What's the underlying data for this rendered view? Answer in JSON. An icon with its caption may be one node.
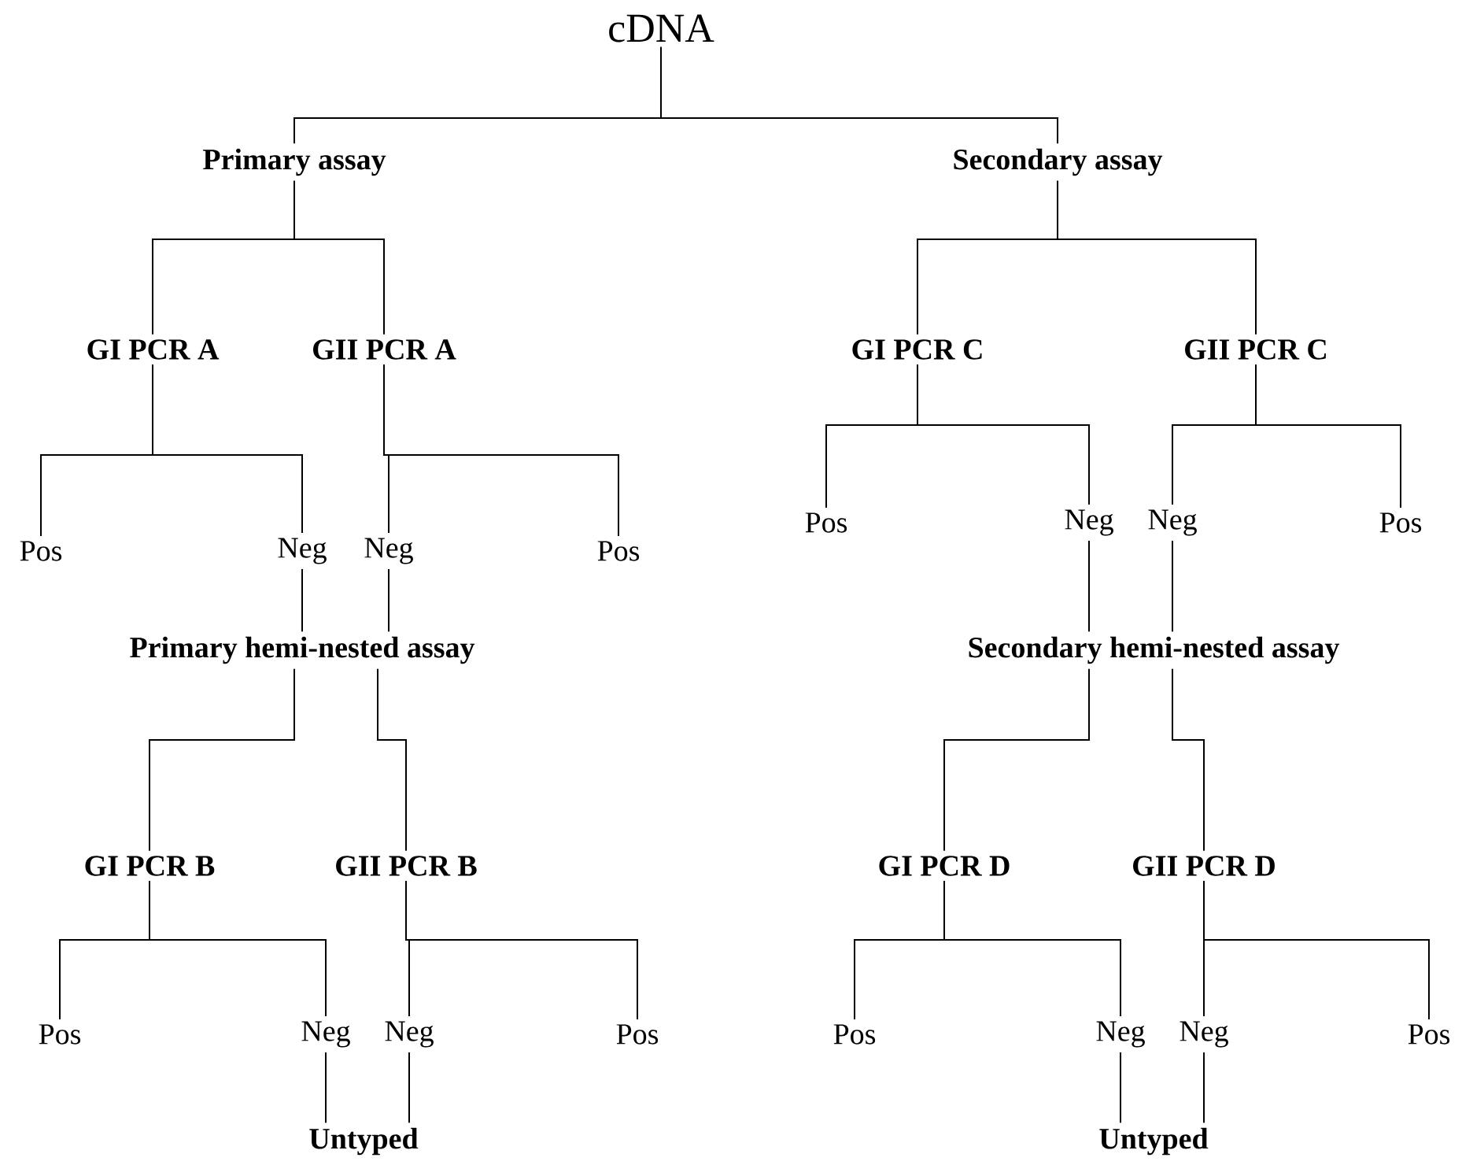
{
  "diagram": {
    "nodes": [
      {
        "text": [
          "cDNA"
        ]
      },
      {
        "text": [
          "Primary assay"
        ]
      },
      {
        "text": [
          "Secondary assay"
        ]
      },
      {
        "text": [
          "GI PCR A"
        ]
      },
      {
        "text": [
          "GII PCR A"
        ]
      },
      {
        "text": [
          "GI PCR C"
        ]
      },
      {
        "text": [
          "GII PCR C"
        ]
      },
      {
        "text": [
          "Pos"
        ]
      },
      {
        "text": [
          "Neg"
        ]
      },
      {
        "text": [
          "Neg"
        ]
      },
      {
        "text": [
          "Pos"
        ]
      },
      {
        "text": [
          "Pos"
        ]
      },
      {
        "text": [
          "Neg"
        ]
      },
      {
        "text": [
          "Neg"
        ]
      },
      {
        "text": [
          "Pos"
        ]
      },
      {
        "text": [
          "Primary hemi-nested assay"
        ]
      },
      {
        "text": [
          "Secondary hemi-nested assay"
        ]
      },
      {
        "text": [
          "GI PCR B"
        ]
      },
      {
        "text": [
          "GII PCR B"
        ]
      },
      {
        "text": [
          "GI PCR D"
        ]
      },
      {
        "text": [
          "GII PCR D"
        ]
      },
      {
        "text": [
          "Pos"
        ]
      },
      {
        "text": [
          "Neg"
        ]
      },
      {
        "text": [
          "Neg"
        ]
      },
      {
        "text": [
          "Pos"
        ]
      },
      {
        "text": [
          "Pos"
        ]
      },
      {
        "text": [
          "Neg"
        ]
      },
      {
        "text": [
          "Neg"
        ]
      },
      {
        "text": [
          "Pos"
        ]
      },
      {
        "text": [
          "Untyped"
        ]
      },
      {
        "text": [
          "Untyped"
        ]
      }
    ],
    "edges": [
      {
        "from": 0,
        "to": 1,
        "arrow": "none"
      },
      {
        "from": 0,
        "to": 2,
        "arrow": "none"
      },
      {
        "from": 1,
        "to": 3,
        "arrow": "none"
      },
      {
        "from": 1,
        "to": 4,
        "arrow": "none"
      },
      {
        "from": 2,
        "to": 5,
        "arrow": "none"
      },
      {
        "from": 2,
        "to": 6,
        "arrow": "none"
      },
      {
        "from": 3,
        "to": 7,
        "arrow": "none"
      },
      {
        "from": 3,
        "to": 8,
        "arrow": "none"
      },
      {
        "from": 4,
        "to": 9,
        "arrow": "none"
      },
      {
        "from": 4,
        "to": 10,
        "arrow": "none"
      },
      {
        "from": 5,
        "to": 11,
        "arrow": "none"
      },
      {
        "from": 5,
        "to": 12,
        "arrow": "none"
      },
      {
        "from": 6,
        "to": 13,
        "arrow": "none"
      },
      {
        "from": 6,
        "to": 14,
        "arrow": "none"
      },
      {
        "from": 8,
        "to": 15,
        "arrow": "none"
      },
      {
        "from": 9,
        "to": 15,
        "arrow": "none"
      },
      {
        "from": 12,
        "to": 16,
        "arrow": "none"
      },
      {
        "from": 13,
        "to": 16,
        "arrow": "none"
      },
      {
        "from": 15,
        "to": 17,
        "arrow": "none"
      },
      {
        "from": 15,
        "to": 18,
        "arrow": "none"
      },
      {
        "from": 16,
        "to": 19,
        "arrow": "none"
      },
      {
        "from": 16,
        "to": 20,
        "arrow": "none"
      },
      {
        "from": 17,
        "to": 21,
        "arrow": "none"
      },
      {
        "from": 17,
        "to": 22,
        "arrow": "none"
      },
      {
        "from": 18,
        "to": 23,
        "arrow": "none"
      },
      {
        "from": 18,
        "to": 24,
        "arrow": "none"
      },
      {
        "from": 19,
        "to": 25,
        "arrow": "none"
      },
      {
        "from": 19,
        "to": 26,
        "arrow": "none"
      },
      {
        "from": 20,
        "to": 27,
        "arrow": "none"
      },
      {
        "from": 20,
        "to": 28,
        "arrow": "none"
      },
      {
        "from": 22,
        "to": 29,
        "arrow": "none"
      },
      {
        "from": 23,
        "to": 29,
        "arrow": "none"
      },
      {
        "from": 26,
        "to": 30,
        "arrow": "none"
      },
      {
        "from": 27,
        "to": 30,
        "arrow": "none"
      }
    ]
  }
}
